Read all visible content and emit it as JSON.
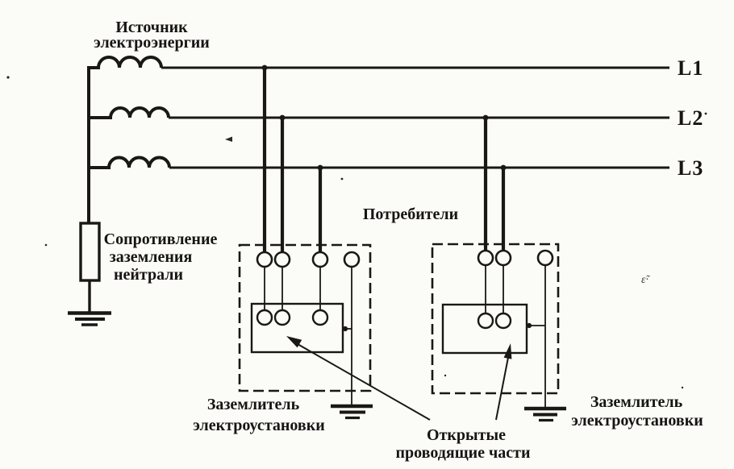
{
  "diagram": {
    "colors": {
      "ink": "#1a1815",
      "paper": "#fbfbf8"
    },
    "labels": {
      "source_line1": "Источник",
      "source_line2": "электроэнергии",
      "neutral_resistance_line1": "Сопротивление",
      "neutral_resistance_line2": "заземления",
      "neutral_resistance_line3": "нейтрали",
      "consumers": "Потребители",
      "phase_l1": "L1",
      "phase_l2": "L2",
      "phase_l3": "L3",
      "installation_earth_left_line1": "Заземлитель",
      "installation_earth_left_line2": "электроустановки",
      "installation_earth_right_line1": "Заземлитель",
      "installation_earth_right_line2": "электроустановки",
      "exposed_parts_line1": "Открытые",
      "exposed_parts_line2": "проводящие части",
      "stray_mark": "ε̃·"
    }
  }
}
